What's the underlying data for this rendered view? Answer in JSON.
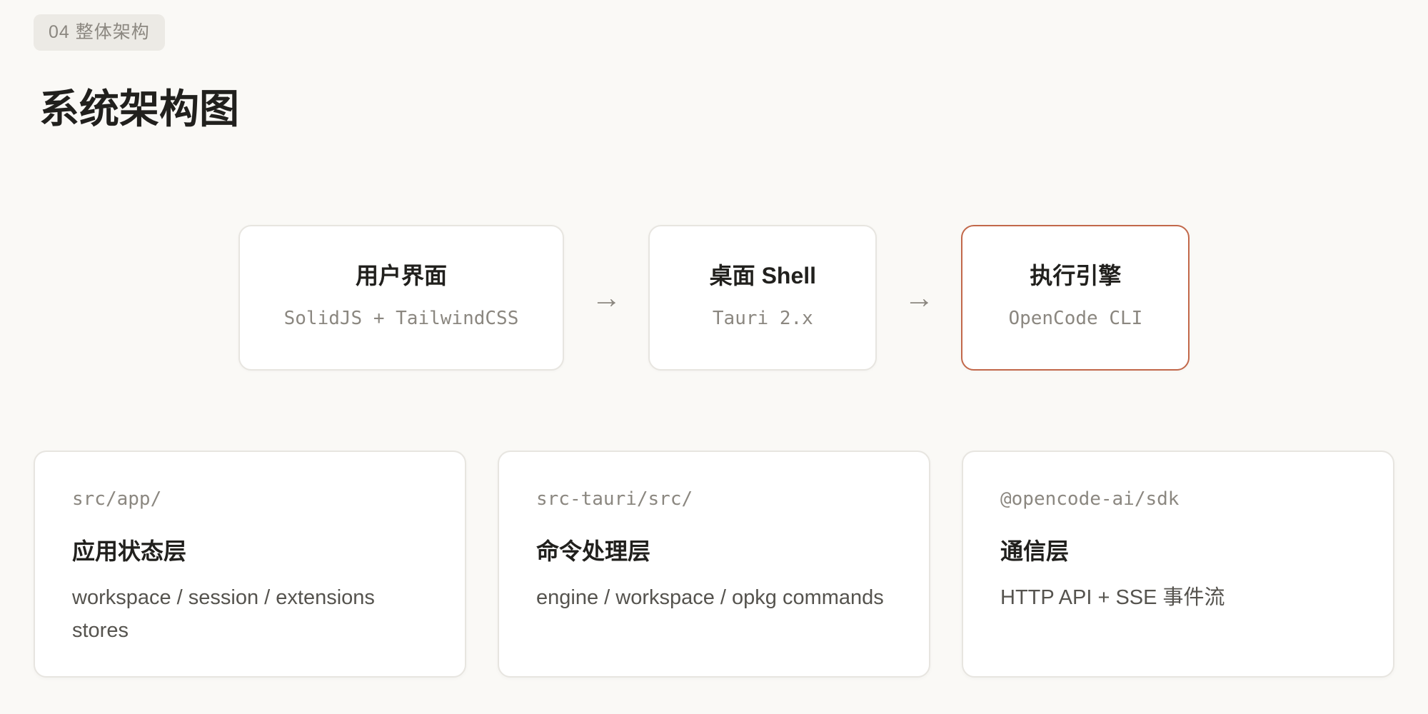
{
  "colors": {
    "background": "#FAF9F6",
    "badge_background": "#ECEAE5",
    "card_border": "#E7E5E0",
    "accent": "#C2684A",
    "text_primary": "#21201D",
    "text_secondary": "#55534E",
    "text_muted": "#8B8780"
  },
  "header": {
    "badge": "04 整体架构",
    "title": "系统架构图"
  },
  "flow": {
    "arrow": "→",
    "nodes": [
      {
        "title": "用户界面",
        "subtitle": "SolidJS + TailwindCSS",
        "highlighted": false
      },
      {
        "title": "桌面 Shell",
        "subtitle": "Tauri 2.x",
        "highlighted": false
      },
      {
        "title": "执行引擎",
        "subtitle": "OpenCode CLI",
        "highlighted": true
      }
    ]
  },
  "cards": [
    {
      "path": "src/app/",
      "title": "应用状态层",
      "description": "workspace / session / extensions stores"
    },
    {
      "path": "src-tauri/src/",
      "title": "命令处理层",
      "description": "engine / workspace / opkg commands"
    },
    {
      "path": "@opencode-ai/sdk",
      "title": "通信层",
      "description": "HTTP API + SSE 事件流"
    }
  ]
}
